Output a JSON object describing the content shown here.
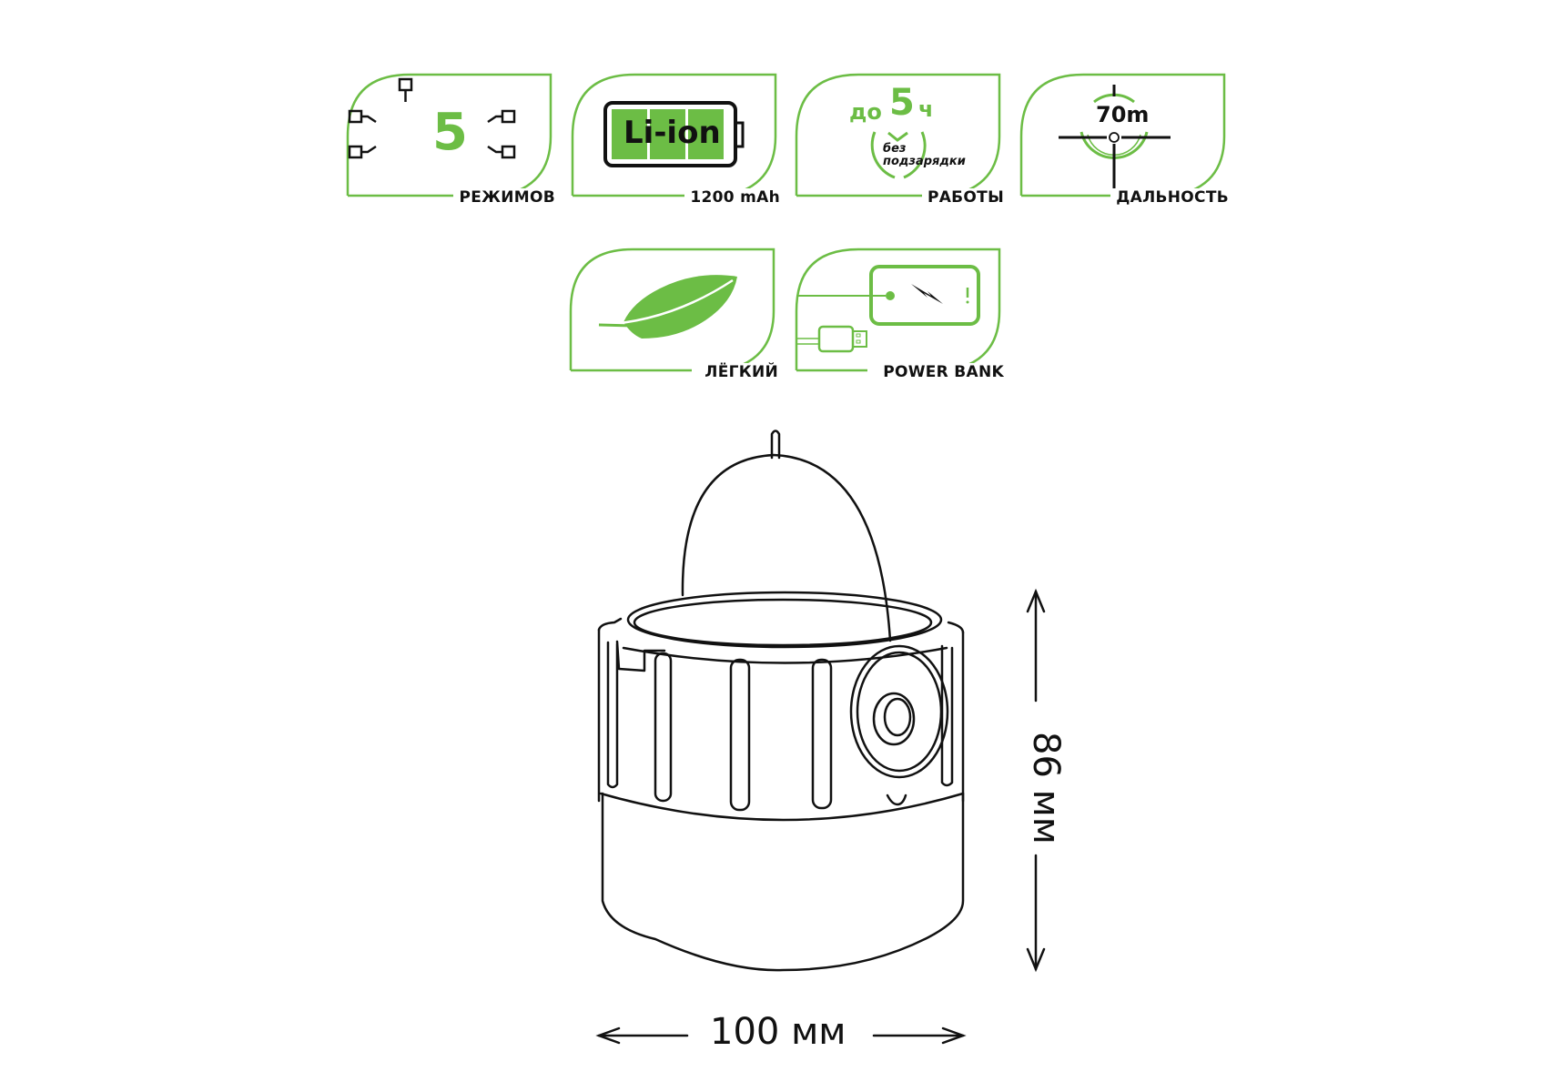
{
  "colors": {
    "accent": "#6cbd45",
    "ink": "#111111",
    "background": "#ffffff"
  },
  "features": [
    {
      "id": "modes",
      "icon": "modes-network-icon",
      "big_value": "5",
      "caption": "РЕЖИМОВ"
    },
    {
      "id": "battery",
      "icon": "battery-icon",
      "battery_text": "Li-ion",
      "caption": "1200 mAh"
    },
    {
      "id": "runtime",
      "icon": "clock-icon",
      "prefix": "до",
      "big_value": "5",
      "unit": "ч",
      "note_line1": "без",
      "note_line2": "подзарядки",
      "caption": "РАБОТЫ"
    },
    {
      "id": "range",
      "icon": "crosshair-icon",
      "value": "70m",
      "caption": "ДАЛЬНОСТЬ"
    },
    {
      "id": "light",
      "icon": "feather-icon",
      "caption": "ЛЁГКИЙ"
    },
    {
      "id": "powerbank",
      "icon": "powerbank-icon",
      "caption": "POWER BANK"
    }
  ],
  "dimensions": {
    "width_label": "100 мм",
    "height_label": "86 мм"
  }
}
